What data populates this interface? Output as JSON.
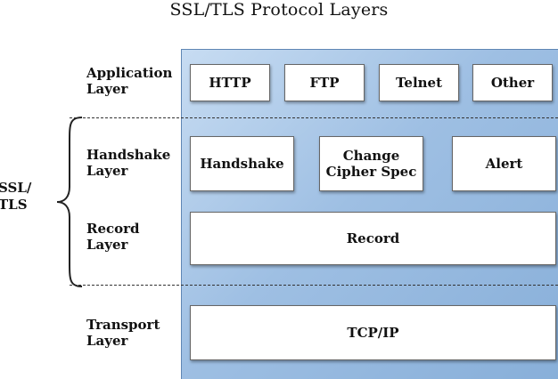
{
  "title": "SSL/TLS Protocol Layers",
  "side_label": {
    "line1": "SSL/",
    "line2": "TLS"
  },
  "layers": {
    "application": {
      "line1": "Application",
      "line2": "Layer"
    },
    "handshake": {
      "line1": "Handshake",
      "line2": "Layer"
    },
    "record": {
      "line1": "Record",
      "line2": "Layer"
    },
    "transport": {
      "line1": "Transport",
      "line2": "Layer"
    }
  },
  "protocols": {
    "http": "HTTP",
    "ftp": "FTP",
    "telnet": "Telnet",
    "other": "Other",
    "handshake": "Handshake",
    "change_cipher_line1": "Change",
    "change_cipher_line2": "Cipher Spec",
    "alert": "Alert",
    "record": "Record",
    "tcpip": "TCP/IP"
  },
  "colors": {
    "panel_light": "#c7dcf2",
    "panel_dark": "#88afd9",
    "box_fill": "#ffffff"
  }
}
